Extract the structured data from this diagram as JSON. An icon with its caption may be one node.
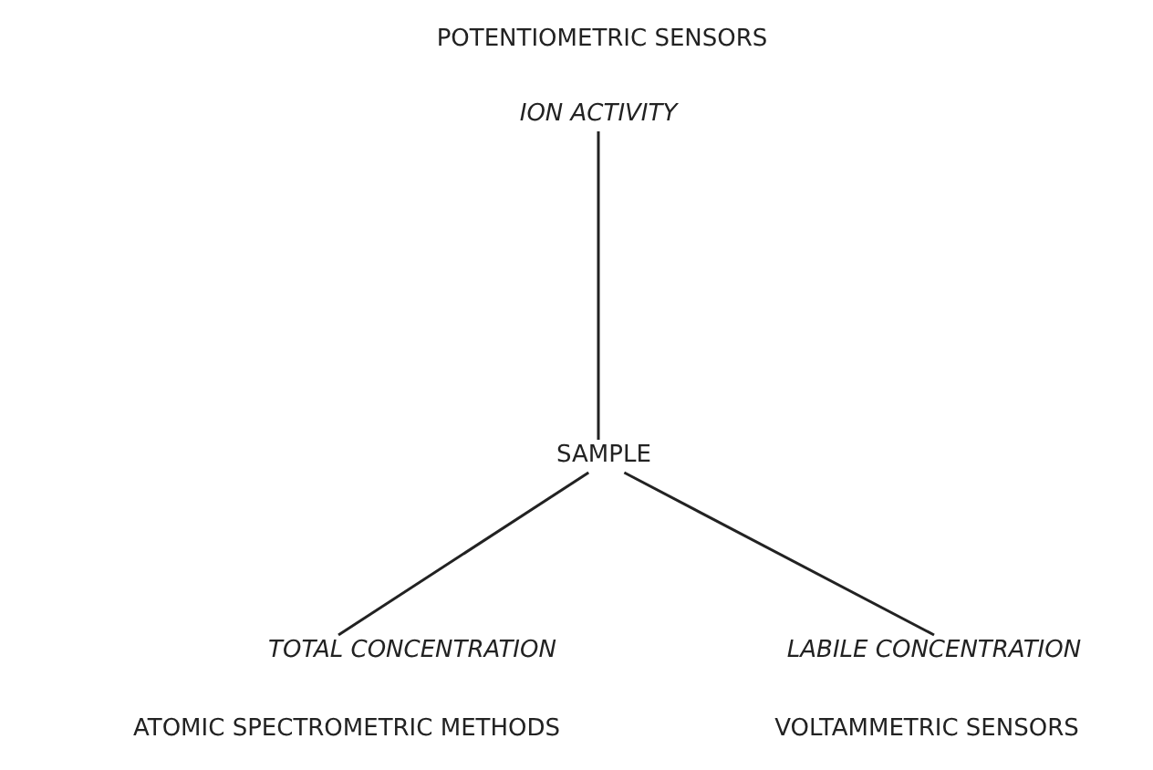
{
  "diagram": {
    "nodes": [
      {
        "text": [
          "ION ACTIVITY"
        ],
        "beside": [
          "POTENTIOMETRIC SENSORS"
        ]
      },
      {
        "text": [
          "SAMPLE"
        ]
      },
      {
        "text": [
          "TOTAL CONCENTRATION"
        ],
        "beside": [
          "ATOMIC SPECTROMETRIC METHODS"
        ]
      },
      {
        "text": [
          "LABILE CONCENTRATION"
        ],
        "beside": [
          "VOLTAMMETRIC SENSORS"
        ]
      }
    ],
    "edges": [
      {
        "from": 1,
        "to": 0,
        "arrow": "none"
      },
      {
        "from": 1,
        "to": 2,
        "arrow": "none"
      },
      {
        "from": 1,
        "to": 3,
        "arrow": "none"
      }
    ]
  }
}
